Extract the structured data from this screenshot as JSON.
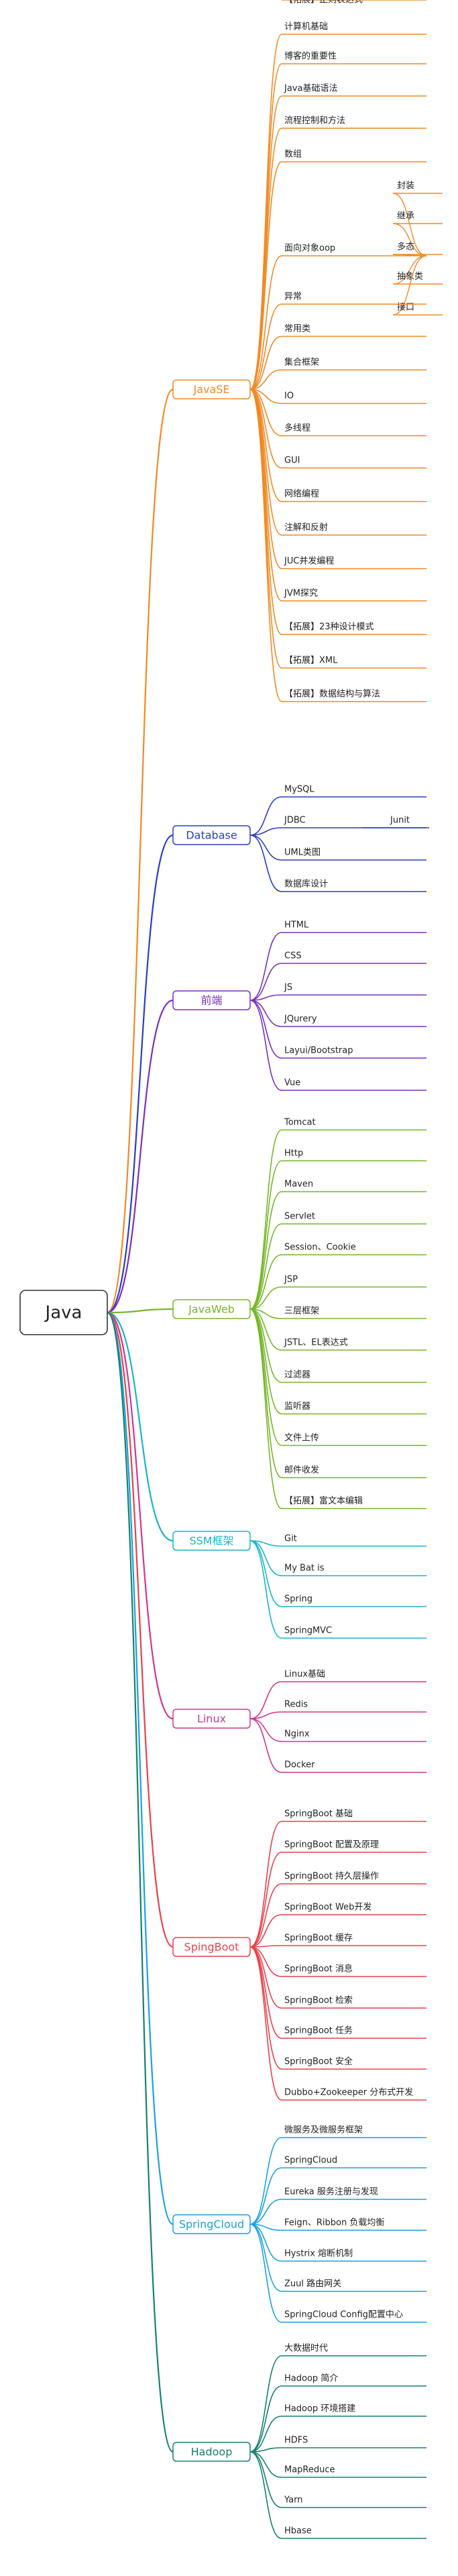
{
  "root": {
    "label": "Java"
  },
  "branches": [
    {
      "label": "JavaSE",
      "color": "#f08a24",
      "children": [
        {
          "label": "计算机基础"
        },
        {
          "label": "博客的重要性"
        },
        {
          "label": "Java基础语法"
        },
        {
          "label": "流程控制和方法"
        },
        {
          "label": "数组"
        },
        {
          "label": "面向对象oop",
          "children": [
            {
              "label": "封装"
            },
            {
              "label": "继承"
            },
            {
              "label": "多态"
            },
            {
              "label": "抽象类"
            },
            {
              "label": "接口"
            }
          ]
        },
        {
          "label": "异常"
        },
        {
          "label": "常用类"
        },
        {
          "label": "集合框架"
        },
        {
          "label": "IO"
        },
        {
          "label": "多线程"
        },
        {
          "label": "GUI"
        },
        {
          "label": "网络编程"
        },
        {
          "label": "注解和反射"
        },
        {
          "label": "JUC并发编程"
        },
        {
          "label": "JVM探究"
        },
        {
          "label": "【拓展】23种设计模式"
        },
        {
          "label": "【拓展】XML"
        },
        {
          "label": "【拓展】数据结构与算法"
        },
        {
          "label": "【拓展】正则表达式"
        }
      ]
    },
    {
      "label": "Database",
      "color": "#2a3ebf",
      "children": [
        {
          "label": "MySQL"
        },
        {
          "label": "JDBC",
          "children": [
            {
              "label": "Junit"
            }
          ]
        },
        {
          "label": "UML类图"
        },
        {
          "label": "数据库设计"
        }
      ]
    },
    {
      "label": "前端",
      "color": "#7b2fbf",
      "children": [
        {
          "label": "HTML"
        },
        {
          "label": "CSS"
        },
        {
          "label": "JS"
        },
        {
          "label": "JQurery"
        },
        {
          "label": "Layui/Bootstrap"
        },
        {
          "label": "Vue"
        }
      ]
    },
    {
      "label": "JavaWeb",
      "color": "#76b72a",
      "children": [
        {
          "label": "Tomcat"
        },
        {
          "label": "Http"
        },
        {
          "label": "Maven"
        },
        {
          "label": "Servlet"
        },
        {
          "label": "Session、Cookie"
        },
        {
          "label": "JSP"
        },
        {
          "label": "三层框架"
        },
        {
          "label": "JSTL、EL表达式"
        },
        {
          "label": "过滤器"
        },
        {
          "label": "监听器"
        },
        {
          "label": "文件上传"
        },
        {
          "label": "邮件收发"
        },
        {
          "label": "【拓展】富文本编辑"
        }
      ]
    },
    {
      "label": "SSM框架",
      "color": "#19b5c8",
      "children": [
        {
          "label": "Git"
        },
        {
          "label": "My Bat is"
        },
        {
          "label": "Spring"
        },
        {
          "label": "SpringMVC"
        }
      ]
    },
    {
      "label": "Linux",
      "color": "#d0378f",
      "children": [
        {
          "label": "Linux基础"
        },
        {
          "label": "Redis"
        },
        {
          "label": "Nginx"
        },
        {
          "label": "Docker"
        }
      ]
    },
    {
      "label": "SpingBoot",
      "color": "#e8414b",
      "children": [
        {
          "label": "SpringBoot 基础"
        },
        {
          "label": "SpringBoot 配置及原理"
        },
        {
          "label": "SpringBoot 持久层操作"
        },
        {
          "label": "SpringBoot Web开发"
        },
        {
          "label": "SpringBoot 缓存"
        },
        {
          "label": "SpringBoot 消息"
        },
        {
          "label": "SpringBoot 检索"
        },
        {
          "label": "SpringBoot 任务"
        },
        {
          "label": "SpringBoot 安全"
        },
        {
          "label": "Dubbo+Zookeeper 分布式开发"
        }
      ]
    },
    {
      "label": "SpringCloud",
      "color": "#1aa1e0",
      "children": [
        {
          "label": "微服务及微服务框架"
        },
        {
          "label": "SpringCloud"
        },
        {
          "label": "Eureka 服务注册与发现"
        },
        {
          "label": "Feign、Ribbon 负载均衡"
        },
        {
          "label": "Hystrix 熔断机制"
        },
        {
          "label": "Zuul 路由网关"
        },
        {
          "label": "SpringCloud Config配置中心"
        }
      ]
    },
    {
      "label": "Hadoop",
      "color": "#17806f",
      "children": [
        {
          "label": "大数据时代"
        },
        {
          "label": "Hadoop 简介"
        },
        {
          "label": "Hadoop 环境搭建"
        },
        {
          "label": "HDFS"
        },
        {
          "label": "MapReduce"
        },
        {
          "label": "Yarn"
        },
        {
          "label": "Hbase"
        }
      ]
    }
  ]
}
